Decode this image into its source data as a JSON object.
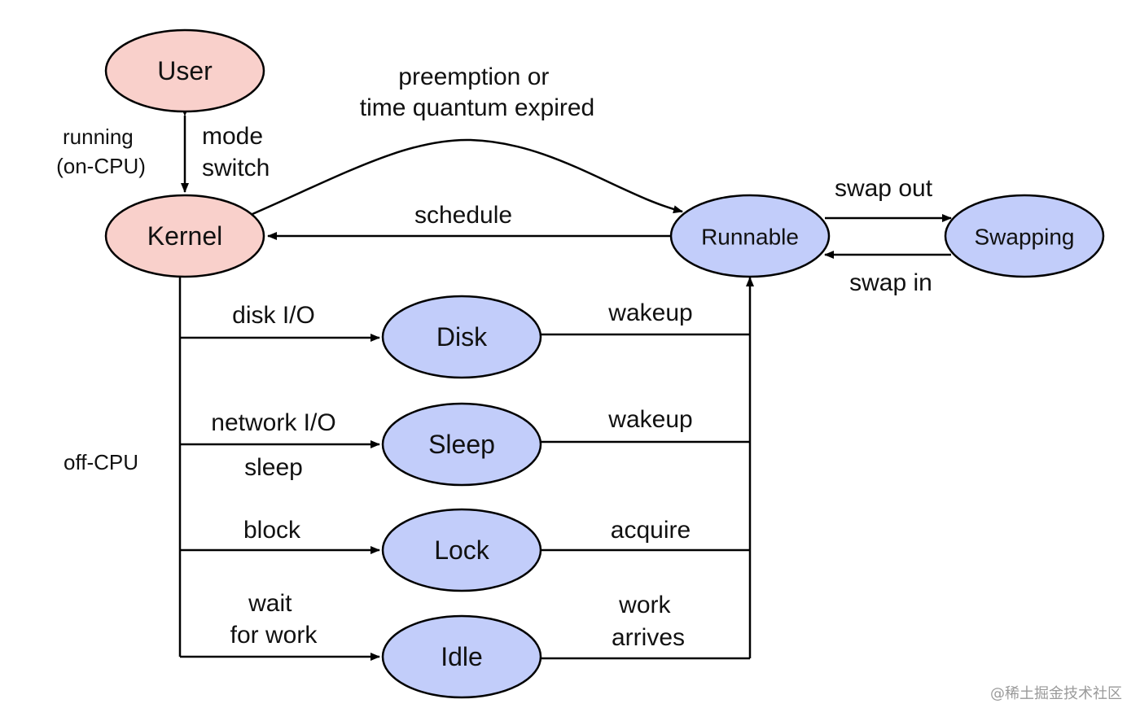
{
  "colors": {
    "oncpu_fill": "#f9d0cb",
    "offcpu_fill": "#c2cdfa",
    "stroke": "#000000"
  },
  "nodes": {
    "user": "User",
    "kernel": "Kernel",
    "runnable": "Runnable",
    "swapping": "Swapping",
    "disk": "Disk",
    "sleep": "Sleep",
    "lock": "Lock",
    "idle": "Idle"
  },
  "side_labels": {
    "running": [
      "running",
      "(on-CPU)"
    ],
    "off_cpu": "off-CPU"
  },
  "edges": {
    "mode_switch": [
      "mode",
      "switch"
    ],
    "preemption": [
      "preemption or",
      "time quantum expired"
    ],
    "schedule": "schedule",
    "swap_out": "swap out",
    "swap_in": "swap in",
    "disk_io": "disk I/O",
    "network_io": "network I/O",
    "sleep": "sleep",
    "block": "block",
    "wait_for_work": [
      "wait",
      "for work"
    ],
    "wakeup_disk": "wakeup",
    "wakeup_sleep": "wakeup",
    "acquire": "acquire",
    "work_arrives": [
      "work",
      "arrives"
    ]
  },
  "watermark": "@稀土掘金技术社区"
}
